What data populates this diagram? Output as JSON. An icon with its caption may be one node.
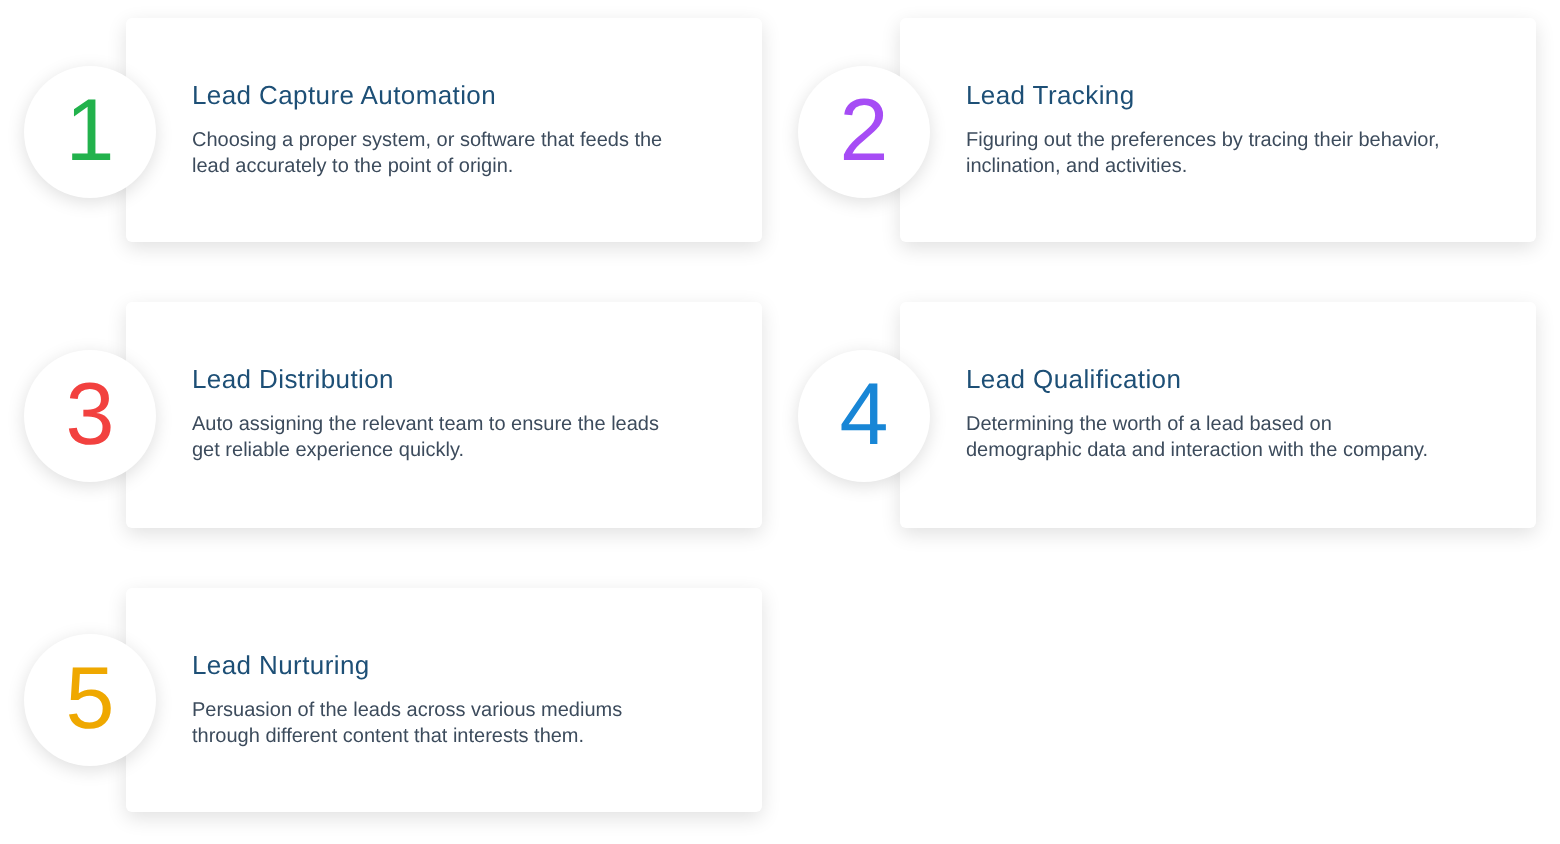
{
  "diagram": {
    "nodes": [
      {
        "text": [
          "1"
        ]
      },
      {
        "text": [
          "Lead Capture Automation",
          "Choosing a proper system, or software that feeds the lead accurately to the point of origin."
        ]
      },
      {
        "text": [
          "2"
        ]
      },
      {
        "text": [
          "Lead Tracking",
          "Figuring out the preferences by tracing their behavior, inclination, and activities."
        ]
      },
      {
        "text": [
          "3"
        ]
      },
      {
        "text": [
          "Lead Distribution",
          "Auto assigning the relevant team to ensure the leads get reliable experience quickly."
        ]
      },
      {
        "text": [
          "4"
        ]
      },
      {
        "text": [
          "Lead Qualification",
          "Determining the worth of a lead based on demographic data and interaction with the company."
        ]
      },
      {
        "text": [
          "5"
        ]
      },
      {
        "text": [
          "Lead Nurturing",
          "Persuasion of the leads across various mediums through different content that interests them."
        ]
      }
    ]
  }
}
